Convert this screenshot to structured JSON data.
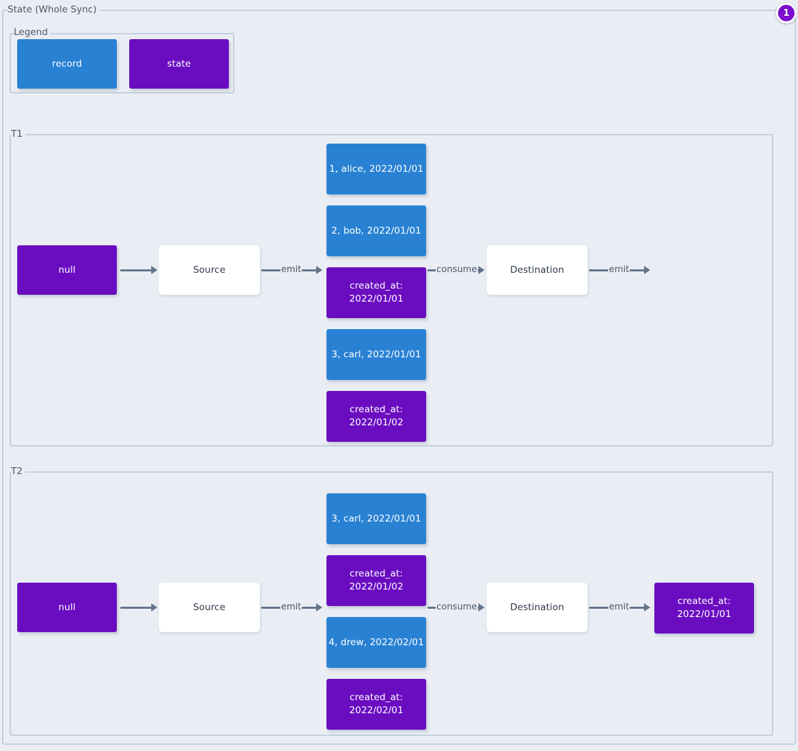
{
  "page": {
    "title": "State (Whole Sync)",
    "badge_count": "1",
    "colors": {
      "record": "#2981d3",
      "state": "#6a0dc0",
      "plain_node": "#ffffff",
      "background": "#eaeef4",
      "frame_border": "#c4cfdd",
      "edge": "#64748b",
      "badge": "#7a0ecc"
    }
  },
  "legend": {
    "title": "Legend",
    "items": [
      {
        "label": "record",
        "kind": "record"
      },
      {
        "label": "state",
        "kind": "state"
      }
    ]
  },
  "groups": [
    {
      "title": "T1",
      "nodes": {
        "initial_state": "null",
        "source": "Source",
        "destination": "Destination",
        "stream": [
          {
            "label": "1, alice, 2022/01/01",
            "kind": "record"
          },
          {
            "label": "2, bob, 2022/01/01",
            "kind": "record"
          },
          {
            "label": "created_at:\n2022/01/01",
            "kind": "state"
          },
          {
            "label": "3, carl, 2022/01/01",
            "kind": "record"
          },
          {
            "label": "created_at:\n2022/01/02",
            "kind": "state"
          }
        ],
        "final_state": ""
      },
      "edges": {
        "state_to_source": "",
        "source_emit": "emit",
        "destination_consume": "consume",
        "destination_emit": "emit"
      }
    },
    {
      "title": "T2",
      "nodes": {
        "initial_state": "null",
        "source": "Source",
        "destination": "Destination",
        "stream": [
          {
            "label": "3, carl, 2022/01/01",
            "kind": "record"
          },
          {
            "label": "created_at:\n2022/01/02",
            "kind": "state"
          },
          {
            "label": "4, drew, 2022/02/01",
            "kind": "record"
          },
          {
            "label": "created_at:\n2022/02/01",
            "kind": "state"
          }
        ],
        "final_state": "created_at:\n2022/01/01"
      },
      "edges": {
        "state_to_source": "",
        "source_emit": "emit",
        "destination_consume": "consume",
        "destination_emit": "emit"
      }
    }
  ]
}
